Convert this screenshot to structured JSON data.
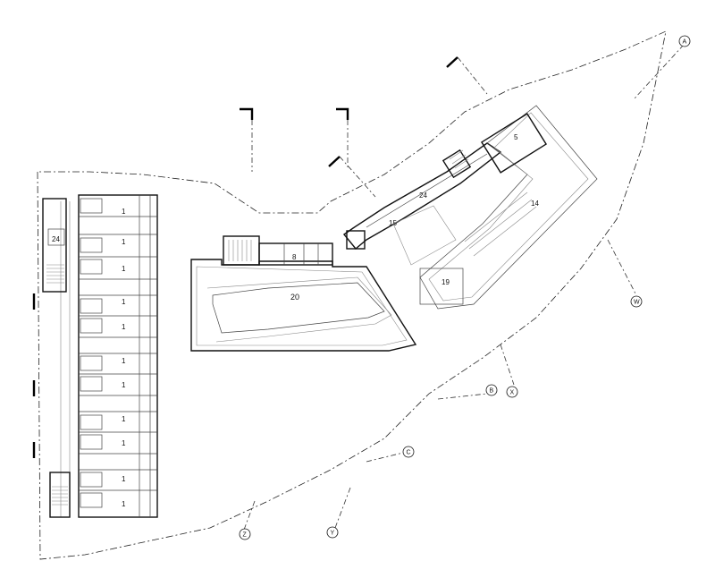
{
  "rooms": {
    "r1": "1",
    "r5": "5",
    "r8": "8",
    "r14": "14",
    "r15": "15",
    "r19": "19",
    "r20": "20",
    "r24": "24"
  },
  "grid_markers": {
    "A": "A",
    "B": "B",
    "C": "C",
    "W": "W",
    "X": "X",
    "Y": "Y",
    "Z": "Z"
  }
}
